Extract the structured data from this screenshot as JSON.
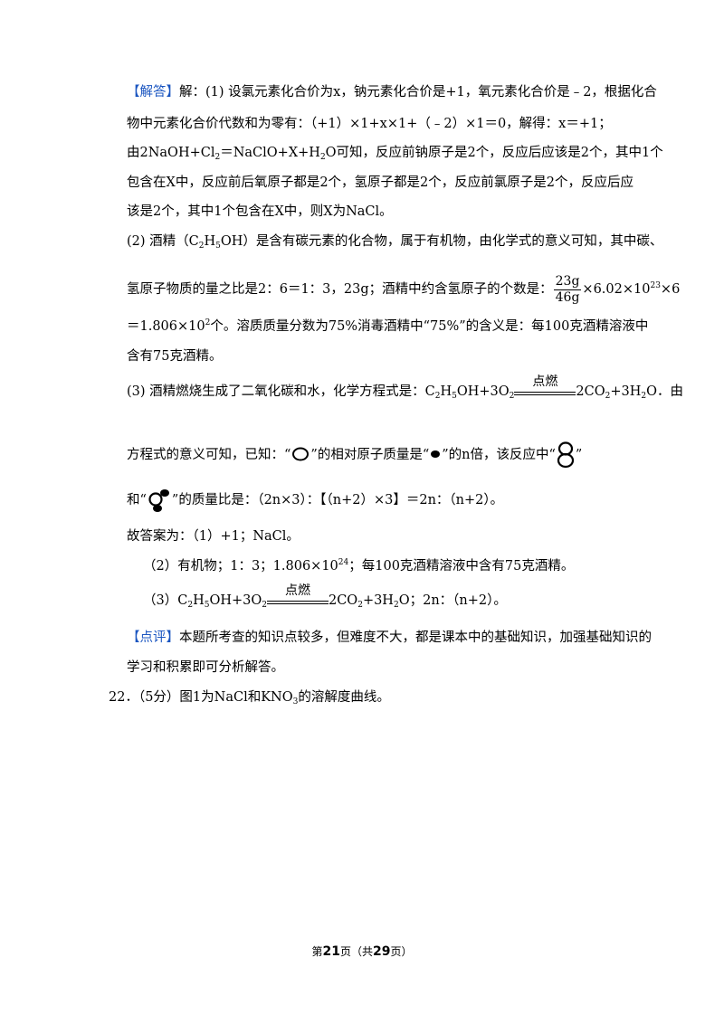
{
  "tags": {
    "answer": "【解答】",
    "comment": "【点评】"
  },
  "lines": {
    "l1": "解：(1) 设氯元素化合价为x，钠元素化合价是+1，氧元素化合价是﹣2，根据化合",
    "l2": "物中元素化合价代数和为零有：（+1）×1+x×1+（﹣2）×1＝0，解得：x＝+1；",
    "l3_pre": "由2NaOH+Cl",
    "l3_mid": "＝NaClO+X+H",
    "l3_post": "O可知，反应前钠原子是2个，反应后应该是2个，其中1个",
    "l4": "包含在X中，反应前后氧原子都是2个，氢原子都是2个，反应前氯原子是2个，反应后应",
    "l5": "该是2个，其中1个包含在X中，则X为NaCl。",
    "l6_pre": "(2) 酒精（C",
    "l6_mid": "H",
    "l6_post": "OH）是含有碳元素的化合物，属于有机物，由化学式的意义可知，其中碳、",
    "l7_pre": "氢原子物质的量之比是2：6＝1：3，23g；酒精中约含氢原子的个数是：",
    "l7_mid": "×6.02×10",
    "l7_post": "×6",
    "l8_pre": "＝1.806×10",
    "l8_post": "个。溶质质量分数为75%消毒酒精中“75%”的含义是：每100克酒精溶液中",
    "l9": "含有75克酒精。",
    "l10_pre": "(3) 酒精燃烧生成了二氧化碳和水，化学方程式是：C",
    "l10_a": "H",
    "l10_b": "OH+3O",
    "l10_c": "2CO",
    "l10_d": "+3H",
    "l10_e": "O．由",
    "l11_a": "方程式的意义可知，已知：“",
    "l11_b": "”的相对原子质量是“",
    "l11_c": "”的n倍，该反应中“",
    "l11_d": "”",
    "l12_a": "和“",
    "l12_b": "”的质量比是：（2n×3）：【（n+2）×3】＝2n：（n+2）。",
    "l13": "故答案为：（1）+1；NaCl。",
    "l14_pre": "（2）有机物；1：3；1.806×10",
    "l14_post": "；每100克酒精溶液中含有75克酒精。",
    "l15_pre": "（3）C",
    "l15_a": "H",
    "l15_b": "OH+3O",
    "l15_c": "2CO",
    "l15_d": "+3H",
    "l15_e": "O；2n：（n+2）。",
    "l16": "本题所考查的知识点较多，但难度不大，都是课本中的基础知识，加强基础知识的",
    "l17": "学习和积累即可分析解答。",
    "l18_pre": "22．（5分）图1为NaCl和KNO",
    "l18_post": "的溶解度曲线。"
  },
  "sub": {
    "two": "2",
    "five": "5",
    "three": "3"
  },
  "sup": {
    "e23": "23",
    "e2": "2",
    "e24": "24"
  },
  "fraction": {
    "num": "23g",
    "den": "46g"
  },
  "condition": "点燃",
  "footer": {
    "pre": "第",
    "page": "21",
    "mid": "页（共",
    "total": "29",
    "post": "页）"
  },
  "icons": [
    "oxygen-atom-icon",
    "hydrogen-atom-icon",
    "oxygen-molecule-icon",
    "water-molecule-icon"
  ],
  "colors": {
    "tag": "#1a55c0"
  }
}
